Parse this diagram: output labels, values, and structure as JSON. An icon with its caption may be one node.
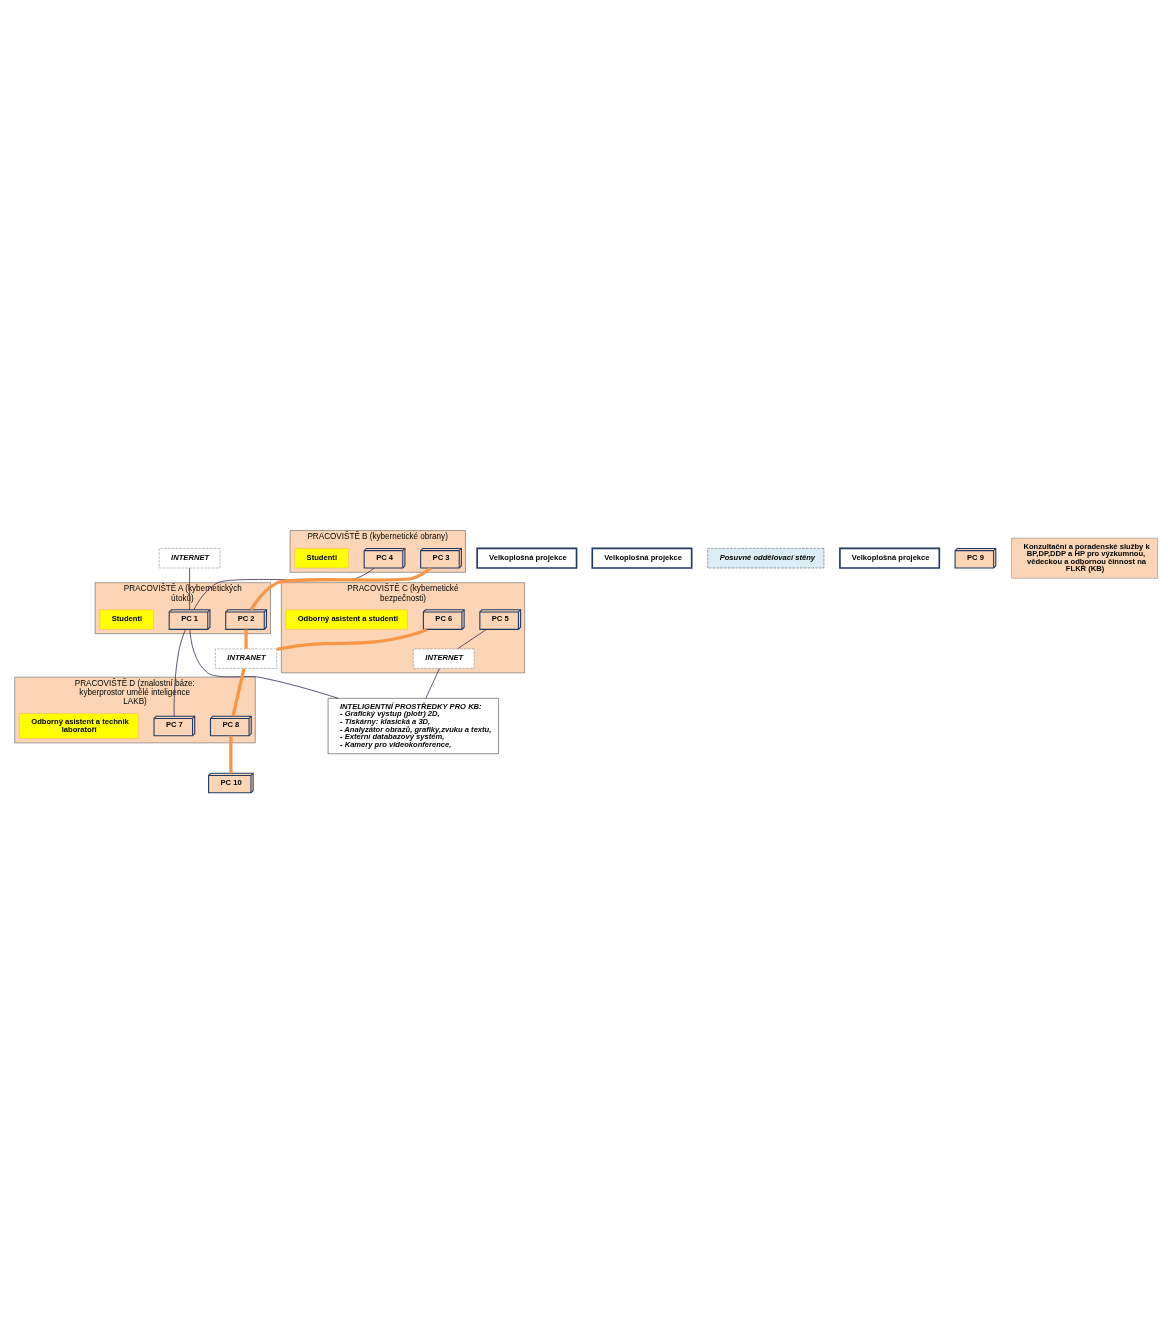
{
  "diagram": {
    "nodes": [
      {
        "text": [
          "INTERNET"
        ]
      },
      {
        "text": [
          "Velkoplošná projekce"
        ]
      },
      {
        "text": [
          "Velkoplošná projekce"
        ]
      },
      {
        "text": [
          "PRACOVIŠTĚ A (kybernetických útoků)"
        ]
      },
      {
        "text": [
          "PC 1"
        ],
        "in": 3
      },
      {
        "text": [
          "PC 2"
        ],
        "in": 3
      },
      {
        "text": [
          "Studenti"
        ],
        "in": 3
      },
      {
        "text": [
          "PRACOVIŠTĚ B (kybernetické obrany)"
        ]
      },
      {
        "text": [
          "PC 3"
        ],
        "in": 7
      },
      {
        "text": [
          "PC 4"
        ],
        "in": 7
      },
      {
        "text": [
          "Studenti"
        ],
        "in": 7
      },
      {
        "text": [
          "Posuvné oddělovací stěny"
        ]
      },
      {
        "text": [
          "PRACOVIŠTĚ C (kybernetické bezpečnosti)"
        ]
      },
      {
        "text": [
          "PC 5"
        ],
        "in": 12
      },
      {
        "text": [
          "PC 6"
        ],
        "in": 12
      },
      {
        "text": [
          "Odborný asistent a studenti"
        ],
        "in": 12
      },
      {
        "text": [
          "INTERNET"
        ],
        "in": 12
      },
      {
        "text": [
          "PRACOVIŠTĚ D (znalostní báze: kyberprostor umělé inteligence LAKB)"
        ]
      },
      {
        "text": [
          "PC 7"
        ],
        "in": 17
      },
      {
        "text": [
          "PC 8"
        ],
        "in": 17
      },
      {
        "text": [
          "Odborný asistent a technik laboratoří"
        ],
        "in": 17
      },
      {
        "text": [
          "Velkoplošná projekce"
        ]
      },
      {
        "text": [
          "INTRANET"
        ]
      },
      {
        "text": [
          "INTELIGENTNÍ PROSTŘEDKY PRO KB:",
          "- Grafický výstup (plotr) 2D,",
          "- Tiskárny: klasická a 3D,",
          "- Analyzátor obrazů, grafiky,zvuku a textu,",
          "- Externí databazový systém,",
          "- Kamery pro videokonference,"
        ]
      },
      {
        "text": [
          "PC 9"
        ]
      },
      {
        "text": [
          "PC 10"
        ]
      },
      {
        "text": [
          "Konzultační a poradenské služby k BP,DP,DDP a HP pro výzkumnou, vědeckou a odbornou činnost na FLKŘ (KB)"
        ]
      }
    ],
    "edges": [
      {
        "from": 0,
        "to": 4,
        "arrow": "none",
        "color": "#3b3054"
      },
      {
        "from": 4,
        "to": 9,
        "arrow": "none",
        "color": "#3b3054"
      },
      {
        "from": 4,
        "to": 18,
        "arrow": "none",
        "color": "#3b3054"
      },
      {
        "from": 13,
        "to": 16,
        "arrow": "none",
        "color": "#3b3054"
      },
      {
        "from": 16,
        "to": 23,
        "arrow": "none",
        "color": "#3b3054"
      },
      {
        "from": 4,
        "to": 23,
        "arrow": "none",
        "color": "#3b3054"
      },
      {
        "from": 5,
        "to": 8,
        "arrow": "none",
        "color": "#f79646",
        "style": "thick"
      },
      {
        "from": 5,
        "to": 22,
        "arrow": "none",
        "color": "#f79646",
        "style": "thick"
      },
      {
        "from": 14,
        "to": 22,
        "arrow": "none",
        "color": "#f79646",
        "style": "thick"
      },
      {
        "from": 22,
        "to": 19,
        "arrow": "none",
        "color": "#f79646",
        "style": "thick"
      },
      {
        "from": 19,
        "to": 25,
        "arrow": "none",
        "color": "#f79646",
        "style": "thick"
      }
    ]
  }
}
